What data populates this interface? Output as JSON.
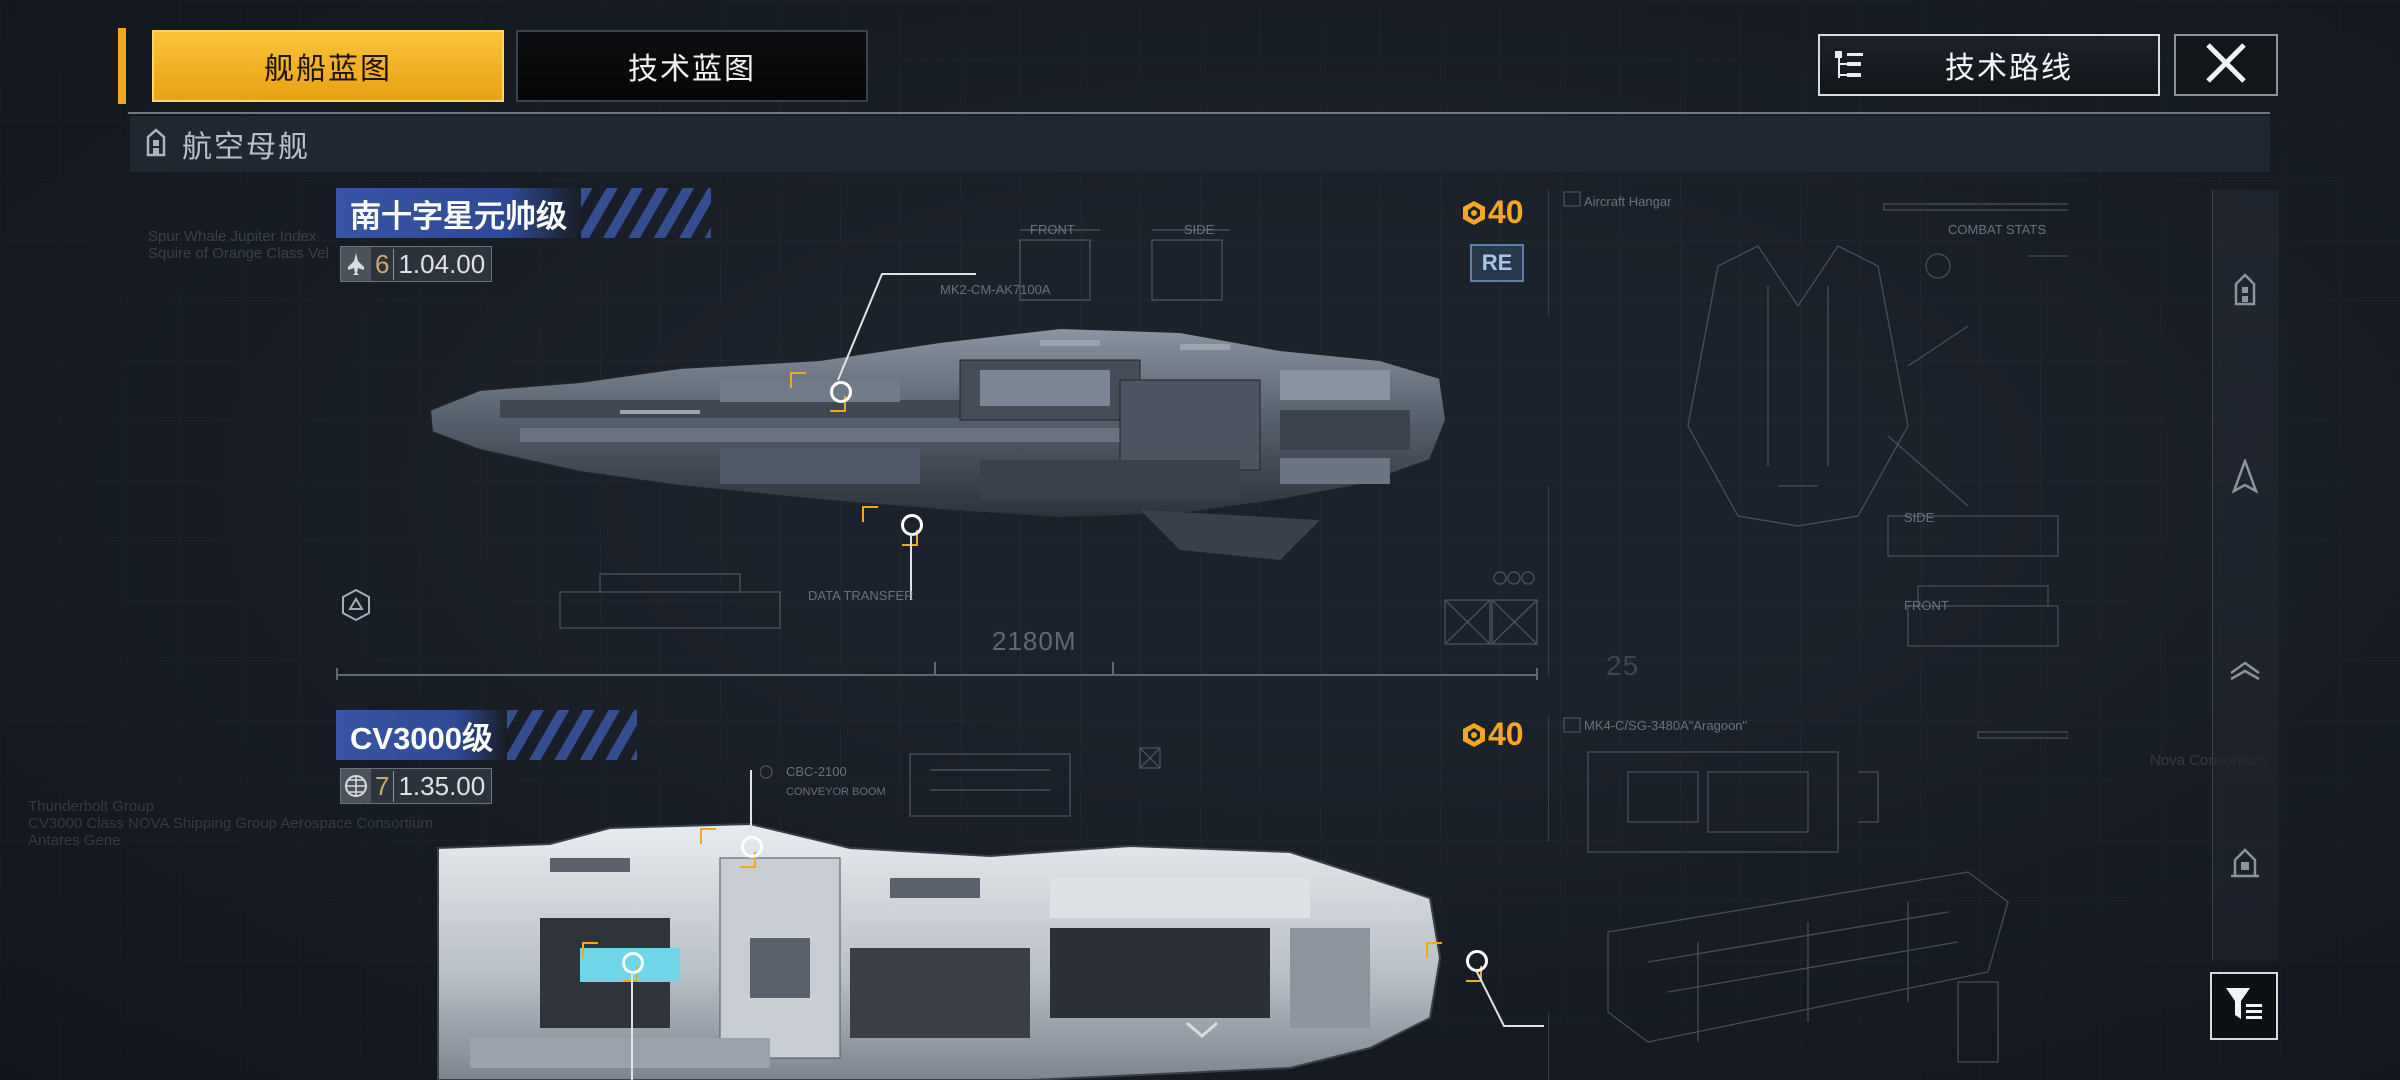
{
  "tabs": [
    {
      "label": "舰船蓝图",
      "active": true
    },
    {
      "label": "技术蓝图",
      "active": false
    }
  ],
  "tech_route_label": "技术路线",
  "category": {
    "label": "航空母舰"
  },
  "ships": [
    {
      "name": "南十字星元帅级",
      "power": "40",
      "level": "6",
      "value": "1.04.00",
      "badge": "RE",
      "length_label": "2180M",
      "blueprint_notes": [
        "FRONT",
        "SIDE",
        "MK2-CM-AK7100A",
        "DATA TRANSFER",
        "Aircraft Hangar",
        "COMBAT STATS",
        "SIDE",
        "FRONT"
      ]
    },
    {
      "name": "CV3000级",
      "power": "40",
      "level": "7",
      "value": "1.35.00",
      "blueprint_notes": [
        "CBC-2100",
        "CONVEYOR BOOM",
        "MK4-C/SG-3480A\"Aragoon\""
      ]
    }
  ],
  "colors": {
    "accent": "#f0a820",
    "name_bar": "#3855a5",
    "power": "#f5a623",
    "background": "#1c222b"
  }
}
